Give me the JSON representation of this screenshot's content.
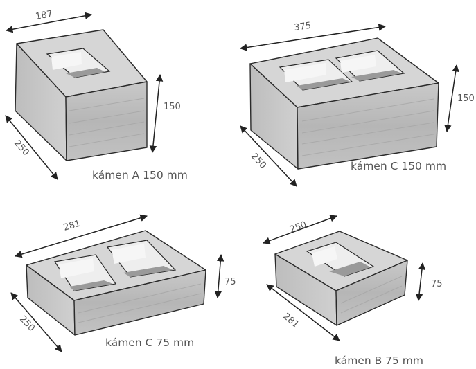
{
  "blocks": [
    {
      "caption": "kámen A 150 mm",
      "dim_top": "187",
      "dim_side": "150",
      "dim_depth": "250"
    },
    {
      "caption": "kámen C 150 mm",
      "dim_top": "375",
      "dim_side": "150",
      "dim_depth": "250"
    },
    {
      "caption": "kámen C 75 mm",
      "dim_top": "281",
      "dim_side": "75",
      "dim_depth": "250"
    },
    {
      "caption": "kámen B 75 mm",
      "dim_top": "250",
      "dim_side": "75",
      "dim_depth": "281"
    }
  ],
  "colors": {
    "top_face": "#d2d2d2",
    "left_face": "#c4c4c4",
    "front_face": "#bcbcbc",
    "texture": "#a9a9a9",
    "text": "#555555"
  }
}
